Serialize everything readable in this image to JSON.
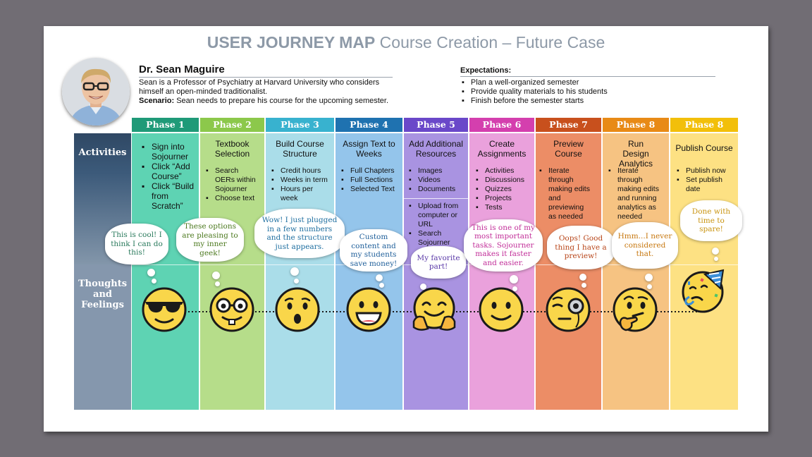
{
  "title": {
    "bold": "USER JOURNEY MAP",
    "rest": "Course Creation – Future Case"
  },
  "persona": {
    "name": "Dr. Sean Maguire",
    "desc_line1": "Sean is a Professor of Psychiatry at Harvard University who considers",
    "desc_line2": "himself an open-minded traditionalist.",
    "scenario_label": "Scenario:",
    "scenario_text": " Sean needs to prepare his course for the upcoming semester."
  },
  "expectations": {
    "title": "Expectations:",
    "items": [
      "Plan a well-organized semester",
      "Provide quality materials to his students",
      "Finish before the semester starts"
    ]
  },
  "rows": {
    "activities": "Activities",
    "thoughts_1": "Thoughts",
    "thoughts_2": "and",
    "thoughts_3": "Feelings"
  },
  "phases": [
    {
      "label": "Phase 1",
      "head": "#1f9a78",
      "body": "#5ed3b3",
      "items": [
        "Sign into Sojourner",
        "Click “Add Course”",
        "Click “Build from Scratch”"
      ],
      "thought": "This is cool! I think I can do this!",
      "thought_color": "#2a7a5c"
    },
    {
      "label": "Phase 2",
      "head": "#8cc84b",
      "body": "#b6dd8a",
      "title": "Textbook Selection",
      "items": [
        "Search OERs within Sojourner",
        "Choose text"
      ],
      "thought": "These options are pleasing to my inner geek!",
      "thought_color": "#4d7a20"
    },
    {
      "label": "Phase 3",
      "head": "#38b2cf",
      "body": "#aadde9",
      "title": "Build Course Structure",
      "items": [
        "Credit hours",
        "Weeks in term",
        "Hours per week"
      ],
      "thought": "Wow! I just plugged in a few numbers and the structure just appears.",
      "thought_color": "#1f6fa0"
    },
    {
      "label": "Phase 4",
      "head": "#1f72b0",
      "body": "#94c5eb",
      "title": "Assign Text to Weeks",
      "items": [
        "Full Chapters",
        "Full Sections",
        "Selected Text"
      ],
      "thought": "Custom content and my students save money!",
      "thought_color": "#1f5f9a"
    },
    {
      "label": "Phase 5",
      "head": "#6a48c9",
      "body": "#a993e1",
      "title": "Add Additional Resources",
      "items": [
        "Images",
        "Videos",
        "Documents"
      ],
      "items2": [
        "Upload from computer or URL",
        "Search Sojourner"
      ],
      "thought": "My favorite part!",
      "thought_color": "#5b3aa8"
    },
    {
      "label": "Phase 6",
      "head": "#d43fae",
      "body": "#eaa1dc",
      "title": "Create Assignments",
      "items": [
        "Activities",
        "Discussions",
        "Quizzes",
        "Projects",
        "Tests"
      ],
      "thought": "This is one of my most important tasks. Sojourner makes it faster and easier.",
      "thought_color": "#c22f99"
    },
    {
      "label": "Phase 7",
      "head": "#c8501d",
      "body": "#ec8d66",
      "title": "Preview Course",
      "items": [
        "Iterate through making edits and previewing as needed"
      ],
      "thought": "Oops! Good thing I have a preview!",
      "thought_color": "#b8461a"
    },
    {
      "label": "Phase 8",
      "head": "#e88a16",
      "body": "#f6c382",
      "title": "Run Design Analytics",
      "items": [
        "Iterate through making edits and running analytics as needed"
      ],
      "thought": "Hmm...I never considered that.",
      "thought_color": "#c77810"
    },
    {
      "label": "Phase 8",
      "head": "#f2bf0a",
      "body": "#fde183",
      "title": "Publish Course",
      "items": [
        "Publish now",
        "Set publish date"
      ],
      "thought": "Done with time to spare!",
      "thought_color": "#c99410"
    }
  ],
  "colors": {
    "face": "#f9d64a",
    "outline": "#1a1a1a",
    "page_bg": "#716d74"
  }
}
